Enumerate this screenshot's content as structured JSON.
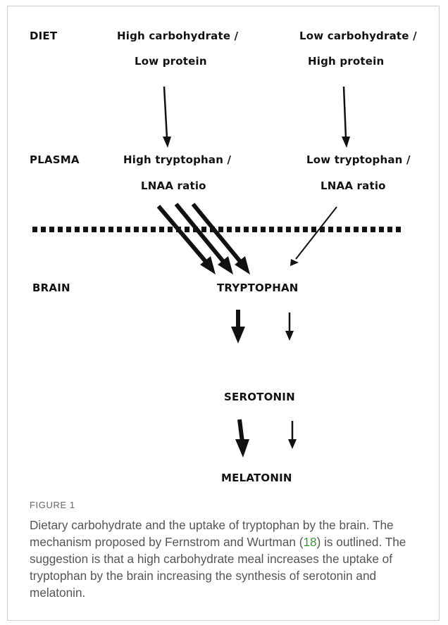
{
  "diagram": {
    "rows": {
      "diet": "DIET",
      "plasma": "PLASMA",
      "brain": "BRAIN"
    },
    "diet_left_line1": "High carbohydrate /",
    "diet_left_line2": "Low protein",
    "diet_right_line1": "Low carbohydrate /",
    "diet_right_line2": "High protein",
    "plasma_left_line1": "High tryptophan /",
    "plasma_left_line2": "LNAA ratio",
    "plasma_right_line1": "Low tryptophan /",
    "plasma_right_line2": "LNAA ratio",
    "tryptophan": "TRYPTOPHAN",
    "serotonin": "SEROTONIN",
    "melatonin": "MELATONIN"
  },
  "caption": {
    "figure_label": "FIGURE 1",
    "text_before_ref": "Dietary carbohydrate and the uptake of tryptophan by the brain. The mechanism proposed by Fernstrom and Wurtman (",
    "ref": "18",
    "text_after_ref": ") is outlined. The suggestion is that a high carbohydrate meal increases the uptake of tryptophan by the brain increasing the synthesis of serotonin and melatonin."
  },
  "colors": {
    "text": "#111111",
    "caption_text": "#555555",
    "reference_link": "#3a9a2e",
    "border": "#cfcfcf"
  }
}
